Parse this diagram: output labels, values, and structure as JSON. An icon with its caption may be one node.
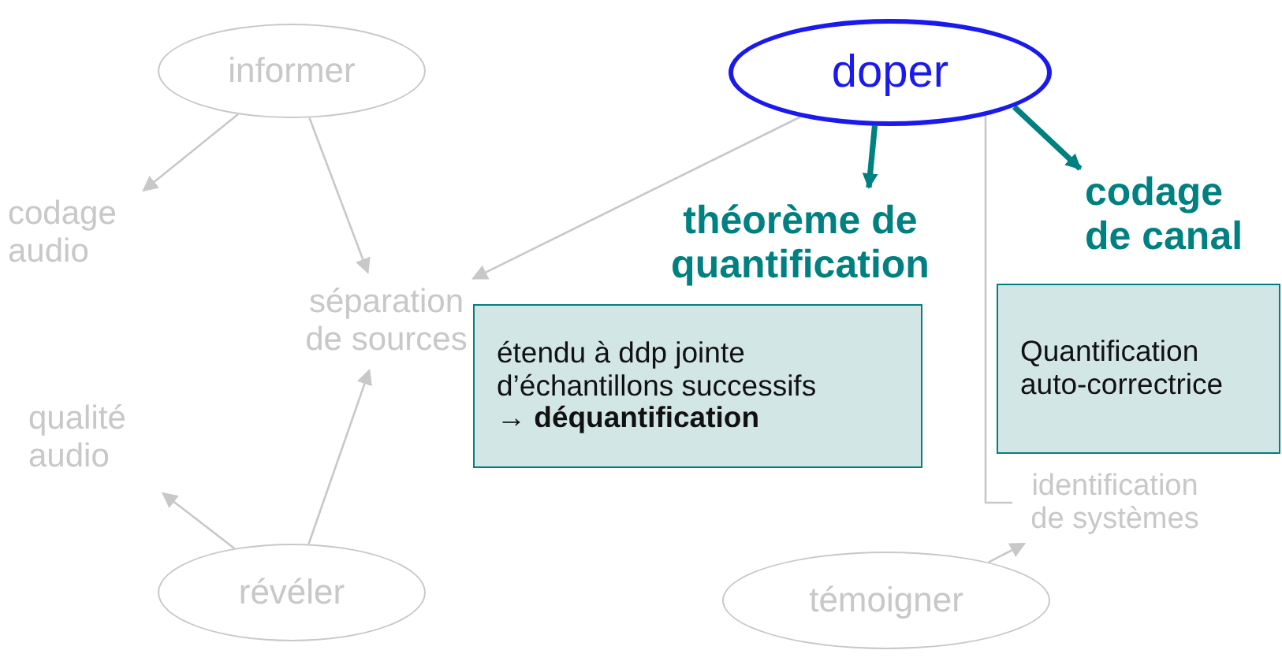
{
  "diagram": {
    "nodes": [
      {
        "text": [
          "informer"
        ]
      },
      {
        "text": [
          "doper"
        ]
      },
      {
        "text": [
          "codage audio"
        ]
      },
      {
        "text": [
          "séparation de sources"
        ]
      },
      {
        "text": [
          "théorème de quantification"
        ]
      },
      {
        "text": [
          "codage de canal"
        ]
      },
      {
        "text": [
          "qualité audio"
        ]
      },
      {
        "text": [
          "identification de systèmes"
        ]
      },
      {
        "text": [
          "révéler"
        ]
      },
      {
        "text": [
          "témoigner"
        ]
      },
      {
        "text": [
          "étendu à ddp jointe d’échantillons successifs → **déquantification**"
        ]
      },
      {
        "text": [
          "Quantification auto-correctrice"
        ]
      }
    ],
    "edges": [
      {
        "from": 0,
        "to": 2,
        "arrow": "to"
      },
      {
        "from": 0,
        "to": 3,
        "arrow": "to"
      },
      {
        "from": 1,
        "to": 3,
        "arrow": "to"
      },
      {
        "from": 1,
        "to": 4,
        "arrow": "to",
        "style": "thick",
        "color": "#008080"
      },
      {
        "from": 1,
        "to": 5,
        "arrow": "to",
        "style": "thick",
        "color": "#008080"
      },
      {
        "from": 1,
        "to": 7,
        "arrow": "none"
      },
      {
        "from": 8,
        "to": 6,
        "arrow": "to"
      },
      {
        "from": 8,
        "to": 3,
        "arrow": "to"
      },
      {
        "from": 9,
        "to": 7,
        "arrow": "to"
      }
    ]
  }
}
